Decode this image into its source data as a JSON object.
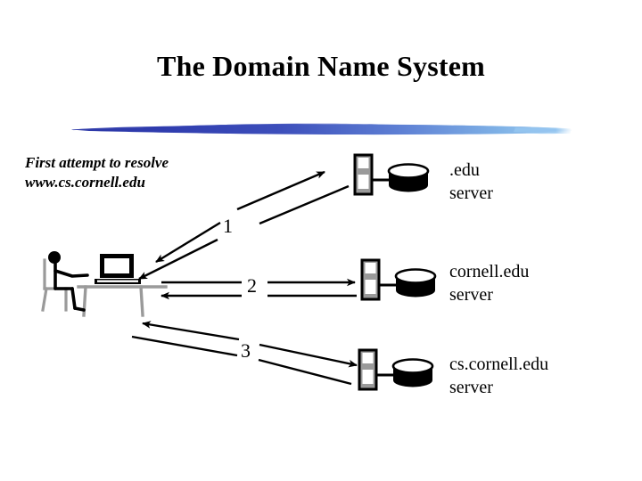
{
  "slide": {
    "title": "The Domain Name System",
    "background_color": "#ffffff",
    "text_color": "#000000"
  },
  "rule": {
    "name": "gradient-brush-stroke",
    "color_start": "#2b37a6",
    "color_mid": "#4f63c8",
    "color_end": "#8cc2ee"
  },
  "caption": {
    "line1": "First attempt to resolve",
    "line2": "www.cs.cornell.edu"
  },
  "steps": [
    {
      "number": "1",
      "direction": "up-right",
      "target": "edu-server"
    },
    {
      "number": "2",
      "direction": "right",
      "target": "cornell-server"
    },
    {
      "number": "3",
      "direction": "down-right",
      "target": "cs-cornell-server"
    }
  ],
  "servers": [
    {
      "id": "edu",
      "icon": "server-tower-and-disk-icon",
      "label_line1": ".edu",
      "label_line2": "server"
    },
    {
      "id": "cornell",
      "icon": "server-tower-and-disk-icon",
      "label_line1": "cornell.edu",
      "label_line2": "server"
    },
    {
      "id": "cs-cornell",
      "icon": "server-tower-and-disk-icon",
      "label_line1": "cs.cornell.edu",
      "label_line2": "server"
    }
  ],
  "client": {
    "icon": "person-at-desk-with-computer-icon",
    "parts": [
      "stick-figure",
      "chair",
      "desk",
      "desktop-computer"
    ],
    "figure_color": "#000000",
    "furniture_color": "#9a9a9a"
  }
}
